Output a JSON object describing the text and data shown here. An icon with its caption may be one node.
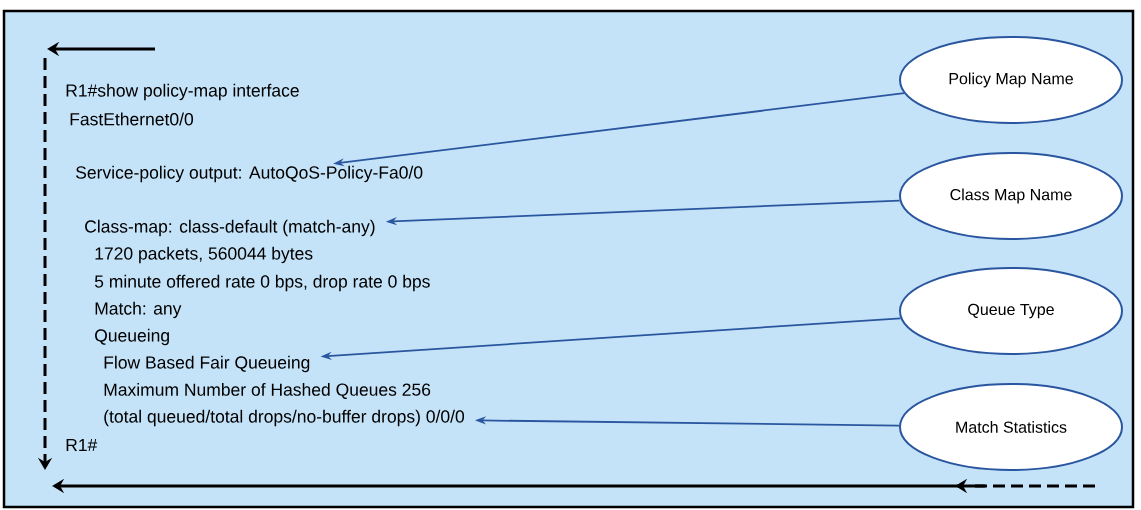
{
  "diagram": {
    "nodes": [
      {
        "text": [
          "Policy Map Name"
        ]
      },
      {
        "text": [
          "Class Map Name"
        ]
      },
      {
        "text": [
          "Queue Type"
        ]
      },
      {
        "text": [
          "Match Statistics"
        ]
      },
      {
        "text": [
          "Service-policy output: AutoQoS-Policy-Fa0/0"
        ]
      },
      {
        "text": [
          "Class-map: class-default (match-any)"
        ]
      },
      {
        "text": [
          "Flow Based Fair Queueing"
        ]
      },
      {
        "text": [
          "(total queued/total drops/no-buffer drops) 0/0/0"
        ]
      }
    ],
    "edges": [
      {
        "from": 0,
        "to": 4,
        "arrow": "to"
      },
      {
        "from": 1,
        "to": 5,
        "arrow": "to"
      },
      {
        "from": 2,
        "to": 6,
        "arrow": "to"
      },
      {
        "from": 3,
        "to": 7,
        "arrow": "to"
      }
    ],
    "labels": [
      "R1#show policy-map interface",
      "FastEthernet0/0",
      "1720 packets, 560044 bytes",
      "5 minute offered rate 0 bps, drop rate 0 bps",
      "Match: any",
      "Queueing",
      "Maximum Number of Hashed Queues 256",
      "R1#"
    ]
  }
}
